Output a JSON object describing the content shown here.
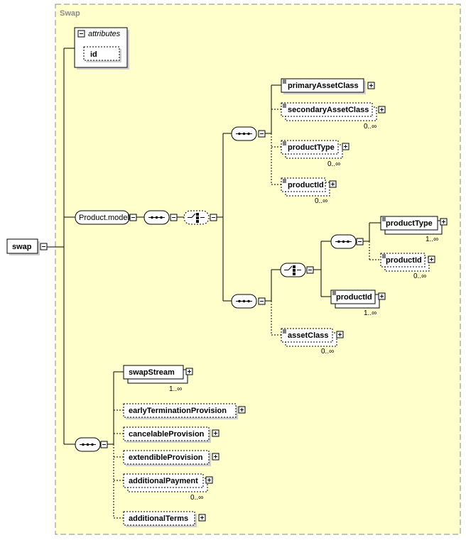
{
  "group_title": "Swap",
  "root": {
    "label": "swap"
  },
  "attributes": {
    "header": "attributes",
    "items": [
      "id"
    ]
  },
  "product_model": {
    "label": "Product.model"
  },
  "product_elements": {
    "primaryAssetClass": {
      "label": "primaryAssetClass",
      "occurs": ""
    },
    "secondaryAssetClass": {
      "label": "secondaryAssetClass",
      "occurs": "0..∞"
    },
    "productType": {
      "label": "productType",
      "occurs": "0..∞"
    },
    "productId": {
      "label": "productId",
      "occurs": "0..∞"
    },
    "choice_productType": {
      "label": "productType",
      "occurs": "1..∞"
    },
    "choice_productId": {
      "label": "productId",
      "occurs": "0..∞"
    },
    "choice_productId_required": {
      "label": "productId",
      "occurs": "1..∞"
    },
    "assetClass": {
      "label": "assetClass",
      "occurs": "0..∞"
    }
  },
  "swap_elements": {
    "swapStream": {
      "label": "swapStream",
      "occurs": "1..∞"
    },
    "earlyTerminationProvision": {
      "label": "earlyTerminationProvision",
      "occurs": ""
    },
    "cancelableProvision": {
      "label": "cancelableProvision",
      "occurs": ""
    },
    "extendibleProvision": {
      "label": "extendibleProvision",
      "occurs": ""
    },
    "additionalPayment": {
      "label": "additionalPayment",
      "occurs": "0..∞"
    },
    "additionalTerms": {
      "label": "additionalTerms",
      "occurs": ""
    }
  }
}
